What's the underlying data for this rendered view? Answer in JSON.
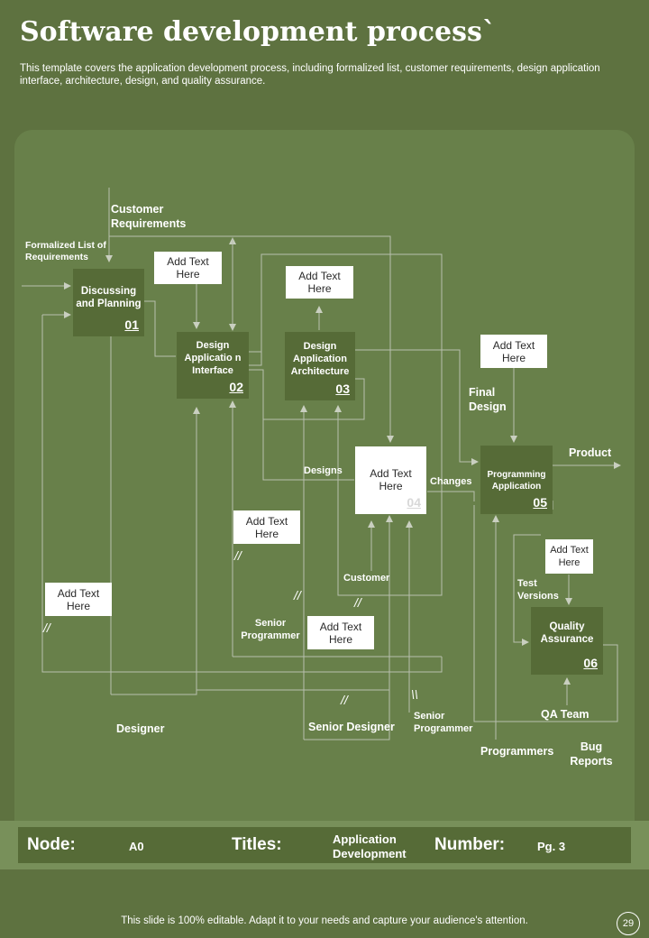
{
  "header": {
    "title": "Software development process`",
    "subtitle": "This template covers the application development process, including formalized list, customer requirements, design application interface, architecture, design, and quality assurance."
  },
  "nodes": [
    {
      "label": "Discussing and Planning",
      "num": "01"
    },
    {
      "label": "Design Applicatio n Interface",
      "num": "02"
    },
    {
      "label": "Design Application Architecture",
      "num": "03"
    },
    {
      "label": "Add Text Here",
      "num": "04"
    },
    {
      "label": "Programming Application",
      "num": "05"
    },
    {
      "label": "Quality Assurance",
      "num": "06"
    }
  ],
  "boxes": {
    "b1": "Add Text Here",
    "b2": "Add Text Here",
    "b3": "Add Text Here",
    "b4": "Add Text Here",
    "b5": "Add Text Here",
    "b6": "Add Text Here",
    "b7": "Add Text Here"
  },
  "labels": {
    "customer_requirements": "Customer Requirements",
    "formalized_list": "Formalized List of Requirements",
    "final_design": "Final Design",
    "product": "Product",
    "designs": "Designs",
    "changes": "Changes",
    "customer": "Customer",
    "test_versions": "Test Versions",
    "senior_programmer_1": "Senior Programmer",
    "senior_programmer_2": "Senior Programmer",
    "senior_designer": "Senior Designer",
    "designer": "Designer",
    "qa_team": "QA Team",
    "programmers": "Programmers",
    "bug_reports": "Bug Reports"
  },
  "info": {
    "node_label": "Node:",
    "node_value": "A0",
    "titles_label": "Titles:",
    "titles_value": "Application Development",
    "number_label": "Number:",
    "number_value": "Pg. 3"
  },
  "footer": {
    "text": "This slide is 100% editable. Adapt it to your needs and capture your audience's attention.",
    "page": "29"
  }
}
